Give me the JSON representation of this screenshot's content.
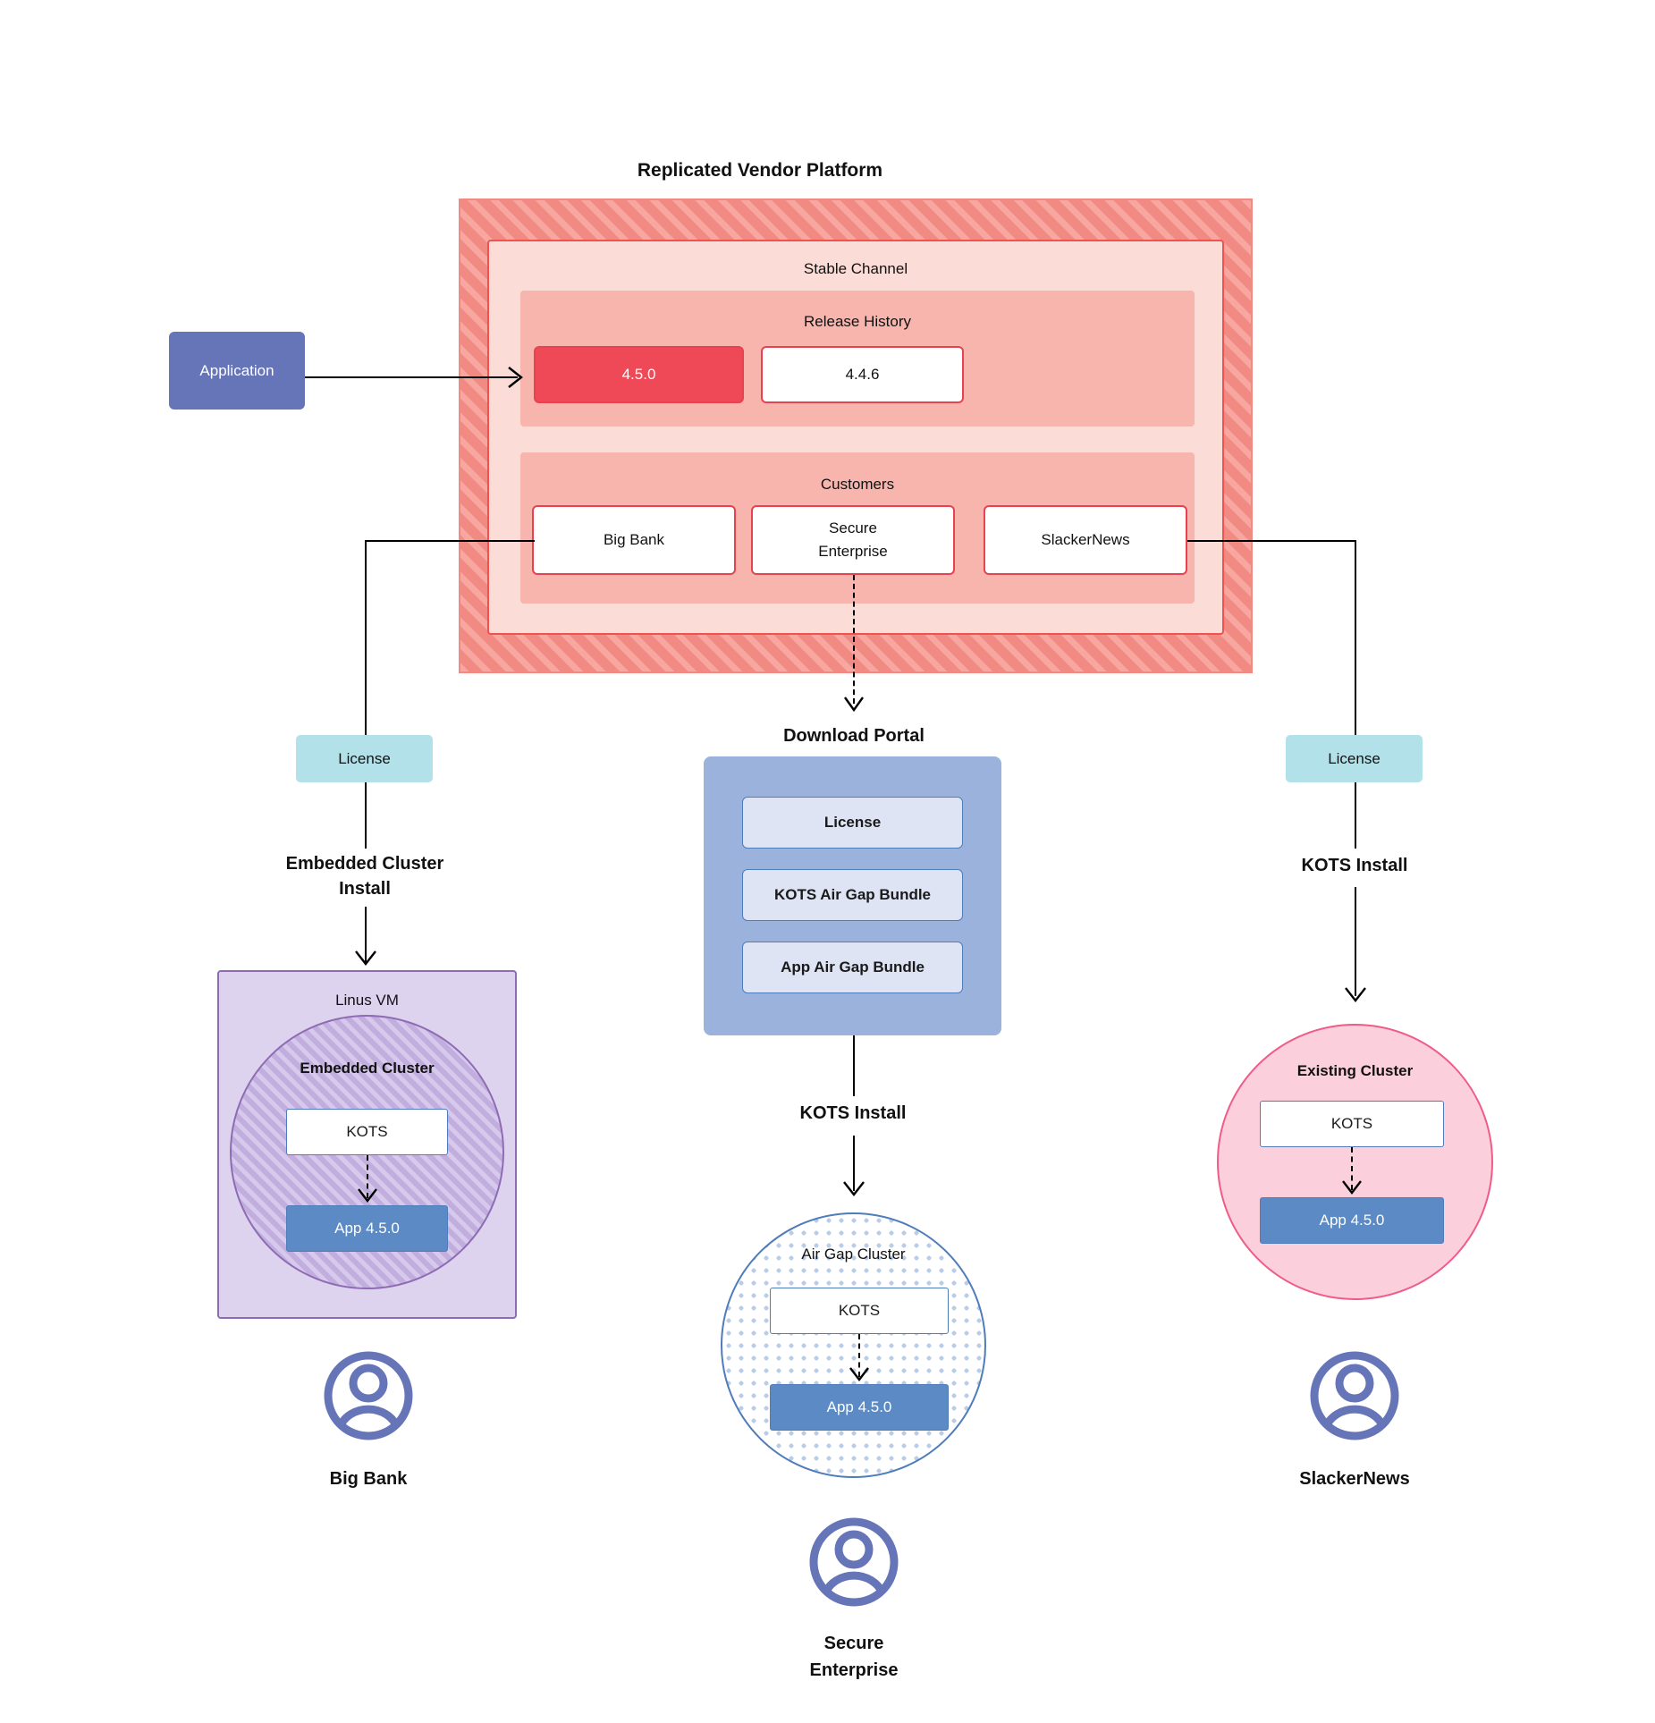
{
  "diagram": {
    "title": "Replicated Vendor Platform",
    "application": {
      "label": "Application"
    },
    "platform": {
      "channel_label": "Stable Channel",
      "release_history_label": "Release History",
      "releases": [
        {
          "version": "4.5.0",
          "state": "current"
        },
        {
          "version": "4.4.6",
          "state": "previous"
        }
      ],
      "customers_label": "Customers",
      "customers": [
        {
          "name": "Big Bank"
        },
        {
          "name": "Secure Enterprise"
        },
        {
          "name": "SlackerNews"
        }
      ]
    },
    "download_portal": {
      "title": "Download  Portal",
      "items": [
        {
          "label": "License"
        },
        {
          "label": "KOTS Air Gap Bundle"
        },
        {
          "label": "App Air Gap Bundle"
        }
      ]
    },
    "licenses": {
      "left": "License",
      "right": "License"
    },
    "install_labels": {
      "left": "Embedded Cluster Install",
      "left_line1": "Embedded Cluster",
      "left_line2": "Install",
      "center": "KOTS Install",
      "right": "KOTS Install"
    },
    "targets": {
      "left": {
        "host_label": "Linus VM",
        "cluster_label": "Embedded Cluster",
        "kots_label": "KOTS",
        "app_label": "App 4.5.0",
        "customer_line1": "Big Bank",
        "customer_line2": ""
      },
      "center": {
        "cluster_label": "Air Gap Cluster",
        "kots_label": "KOTS",
        "app_label": "App 4.5.0",
        "customer_line1": "Secure",
        "customer_line2": "Enterprise"
      },
      "right": {
        "cluster_label": "Existing Cluster",
        "kots_label": "KOTS",
        "app_label": "App 4.5.0",
        "customer_line1": "SlackerNews",
        "customer_line2": ""
      }
    },
    "colors": {
      "platform_hatch": "#f08a82",
      "channel_bg": "#fbdcd7",
      "panel_bg": "#f7b5ae",
      "release_current": "#ef4857",
      "application": "#6575b8",
      "license_badge": "#b3e1e9",
      "portal": "#9bb2dd",
      "portal_item": "#dee4f4",
      "vm": "#ded3ef",
      "existing_cluster": "#fbcfdb",
      "app_box": "#5b8ac4",
      "avatar": "#6575b8"
    }
  }
}
